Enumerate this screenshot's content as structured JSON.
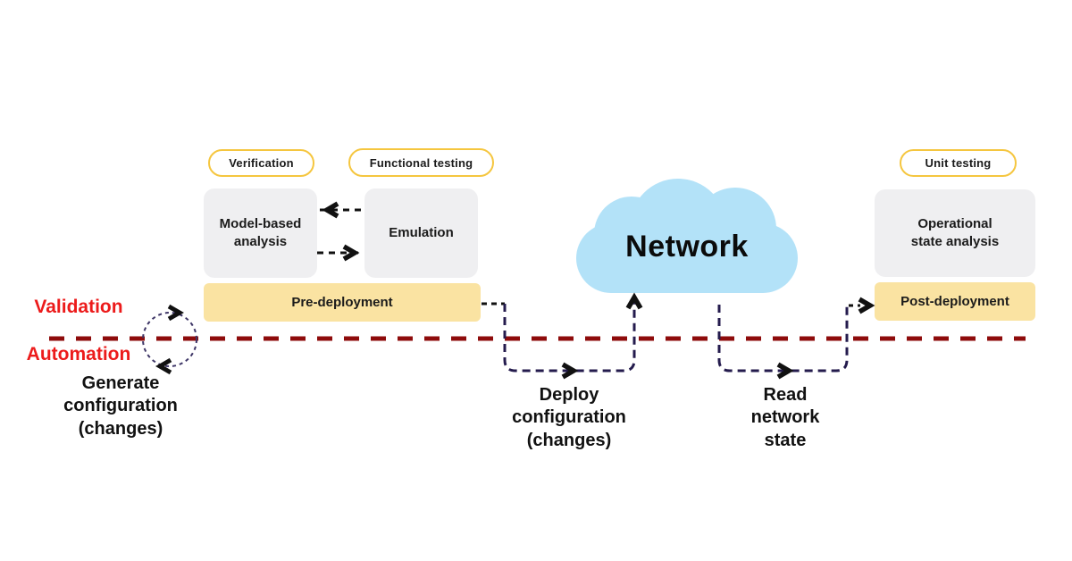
{
  "badges": {
    "verification": "Verification",
    "functional_testing": "Functional testing",
    "unit_testing": "Unit testing"
  },
  "stages": {
    "model_based_analysis": "Model-based\nanalysis",
    "emulation": "Emulation",
    "operational_state_analysis": "Operational\nstate analysis"
  },
  "phases": {
    "pre_deployment": "Pre-deployment",
    "post_deployment": "Post-deployment"
  },
  "cloud": {
    "label": "Network"
  },
  "lanes": {
    "validation": "Validation",
    "automation": "Automation"
  },
  "actions": {
    "generate": "Generate\nconfiguration\n(changes)",
    "deploy": "Deploy\nconfiguration\n(changes)",
    "read": "Read\nnetwork\nstate"
  },
  "colors": {
    "badge_border": "#F5C63F",
    "phase_fill": "#FAE3A2",
    "stage_fill": "#EFEFF1",
    "cloud_fill": "#B3E2F8",
    "lane_label_red": "#EC1B1B",
    "divider_red": "#8E0B0B",
    "flow_dash_purple": "#241B4D",
    "arrowhead_black": "#111111"
  }
}
